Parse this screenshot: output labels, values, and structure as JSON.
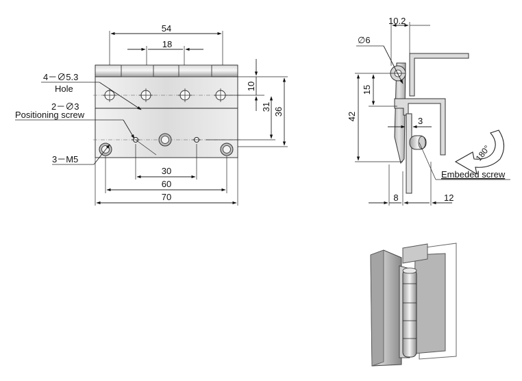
{
  "front_view": {
    "dim_54": "54",
    "dim_18": "18",
    "dim_10": "10",
    "dim_31": "31",
    "dim_36": "36",
    "dim_30": "30",
    "dim_60": "60",
    "dim_70": "70",
    "hole_callout": "4－∅5.3",
    "hole_label": "Hole",
    "pos_callout": "2－∅3",
    "pos_label": "Positioning screw",
    "thread_callout": "3－M5"
  },
  "side_view": {
    "dim_10_2": "10.2",
    "dim_d6": "∅6",
    "dim_15": "15",
    "dim_42": "42",
    "dim_3": "3",
    "dim_8": "8",
    "dim_12": "12",
    "embedded_label": "Embeded screw",
    "rotation_label": "180°"
  },
  "colors": {
    "plate_light": "#e2e2e2",
    "plate_mid": "#c6c6c6",
    "plate_dark": "#8c8c8c",
    "line": "#222222"
  }
}
